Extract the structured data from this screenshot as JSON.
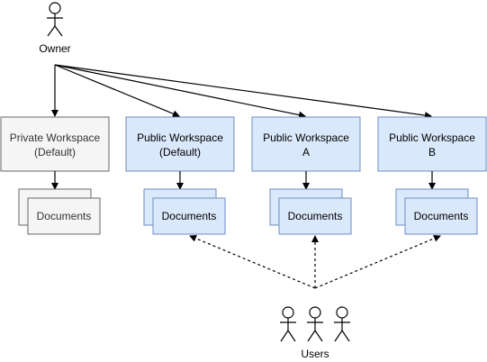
{
  "colors": {
    "private_fill": "#f5f5f5",
    "private_stroke": "#666666",
    "public_fill": "#dae8fc",
    "public_stroke": "#6c8ebf",
    "line": "#000000",
    "text_private": "#333333",
    "text": "#000000"
  },
  "owner": {
    "label": "Owner"
  },
  "users": {
    "label": "Users"
  },
  "workspaces": [
    {
      "line1": "Private Workspace",
      "line2": "(Default)",
      "docs_label": "Documents",
      "style": "private"
    },
    {
      "line1": "Public Workspace",
      "line2": "(Default)",
      "docs_label": "Documents",
      "style": "public"
    },
    {
      "line1": "Public Workspace",
      "line2": "A",
      "docs_label": "Documents",
      "style": "public"
    },
    {
      "line1": "Public Workspace",
      "line2": "B",
      "docs_label": "Documents",
      "style": "public"
    }
  ]
}
